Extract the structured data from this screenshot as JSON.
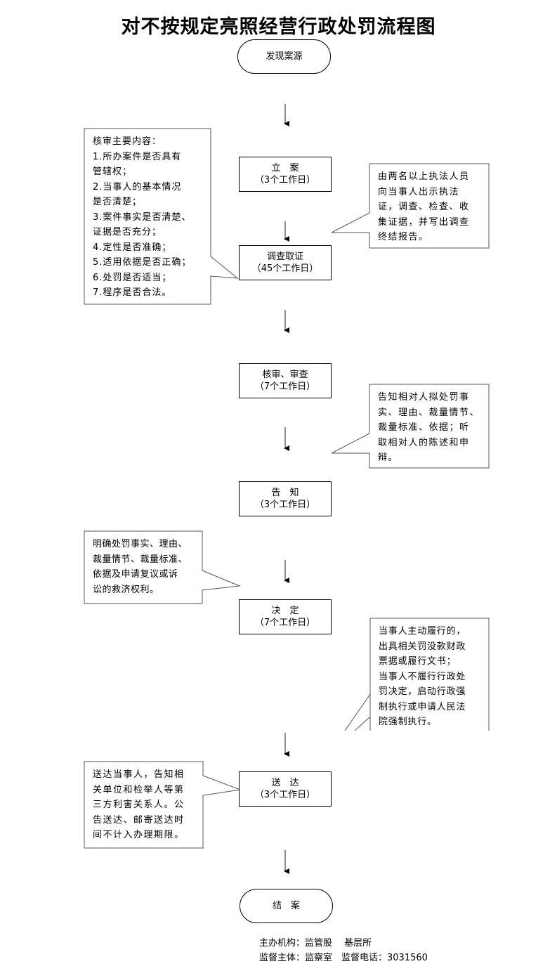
{
  "title": "对不按规定亮照经营行政处罚流程图",
  "flow": {
    "start": "发现案源",
    "steps": [
      {
        "label": "立　案",
        "duration": "（3个工作日）"
      },
      {
        "label": "调查取证",
        "duration": "（45个工作日）"
      },
      {
        "label": "核审、审查",
        "duration": "（7个工作日）"
      },
      {
        "label": "告　知",
        "duration": "（3个工作日）"
      },
      {
        "label": "决　定",
        "duration": "（7个工作日）"
      },
      {
        "label": "送　达",
        "duration": "（3个工作日）"
      }
    ],
    "end": "结　案"
  },
  "notes": {
    "review": [
      "核审主要内容：",
      "1.所办案件是否具有",
      "管辖权；",
      "2.当事人的基本情况",
      "是否清楚；",
      "3.案件事实是否清楚、",
      "证据是否充分；",
      "4.定性是否准确；",
      "5.适用依据是否正确；",
      "6.处罚是否适当；",
      "7.程序是否合法。"
    ],
    "investigation": [
      "由两名以上执法人员",
      "向当事人出示执法",
      "证，调查、检查、收",
      "集证据，并写出调查",
      "终结报告。"
    ],
    "notify": [
      "告知相对人拟处罚事",
      "实、理由、裁量情节、",
      "裁量标准、依据；听",
      "取相对人的陈述和申",
      "辩。"
    ],
    "decision": [
      "明确处罚事实、理由、",
      "裁量情节、裁量标准、",
      "依据及申请复议或诉",
      "讼的救济权利。"
    ],
    "execution": [
      "当事人主动履行的，",
      "出具相关罚没款财政",
      "票据或履行文书；",
      "当事人不履行行政处",
      "罚决定，启动行政强",
      "制执行或申请人民法",
      "院强制执行。"
    ],
    "delivery": [
      "送达当事人，告知相",
      "关单位和检举人等第",
      "三方利害关系人。公",
      "告送达、邮寄送达时",
      "间不计入办理期限。"
    ]
  },
  "footer": {
    "organizer": "主办机构：监管股　 基层所",
    "supervisor": "监督主体：监察室　监督电话：3031560"
  }
}
